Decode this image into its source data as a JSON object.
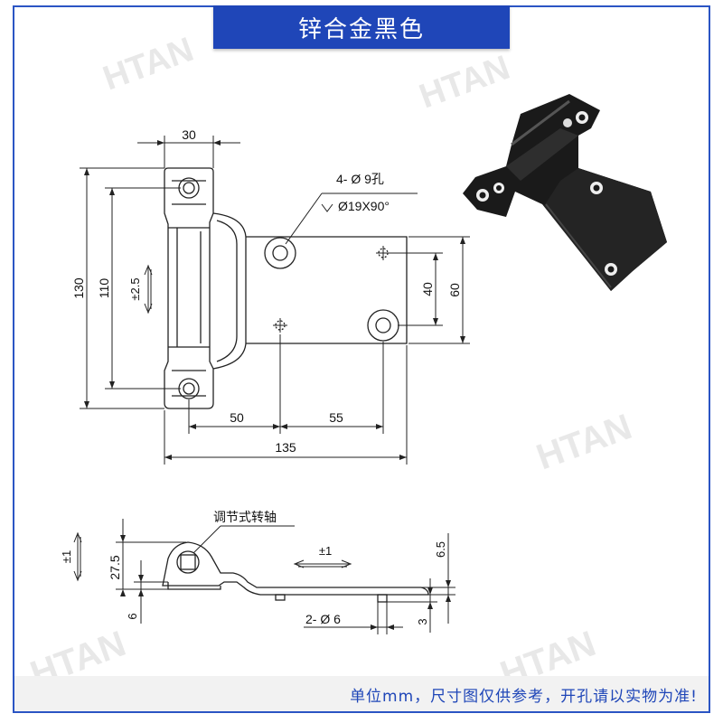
{
  "header": {
    "title": "锌合金黑色"
  },
  "front_view": {
    "dimensions": {
      "width_top": "30",
      "height_total": "130",
      "height_inner": "110",
      "adjust": "±2.5",
      "plate_height": "60",
      "hole_spacing": "40",
      "hole_offset_1": "50",
      "hole_offset_2": "55",
      "length_total": "135"
    },
    "callout_holes": "4- Ø 9孔",
    "callout_countersink": "Ø19X90°"
  },
  "side_view": {
    "callout_axis": "调节式转轴",
    "dimensions": {
      "adjust_vertical": "±1",
      "height": "27.5",
      "base": "6",
      "adjust_horizontal": "±1",
      "pin_height": "6.5",
      "pin_size": "2- Ø 6",
      "pin_length": "3"
    }
  },
  "footer": {
    "note": "单位mm，尺寸图仅供参考，开孔请以实物为准!"
  },
  "watermark": {
    "text": "HTAN"
  },
  "colors": {
    "accent": "#1f46b8",
    "border": "#2b55c4",
    "product": "#1a1a1a"
  }
}
